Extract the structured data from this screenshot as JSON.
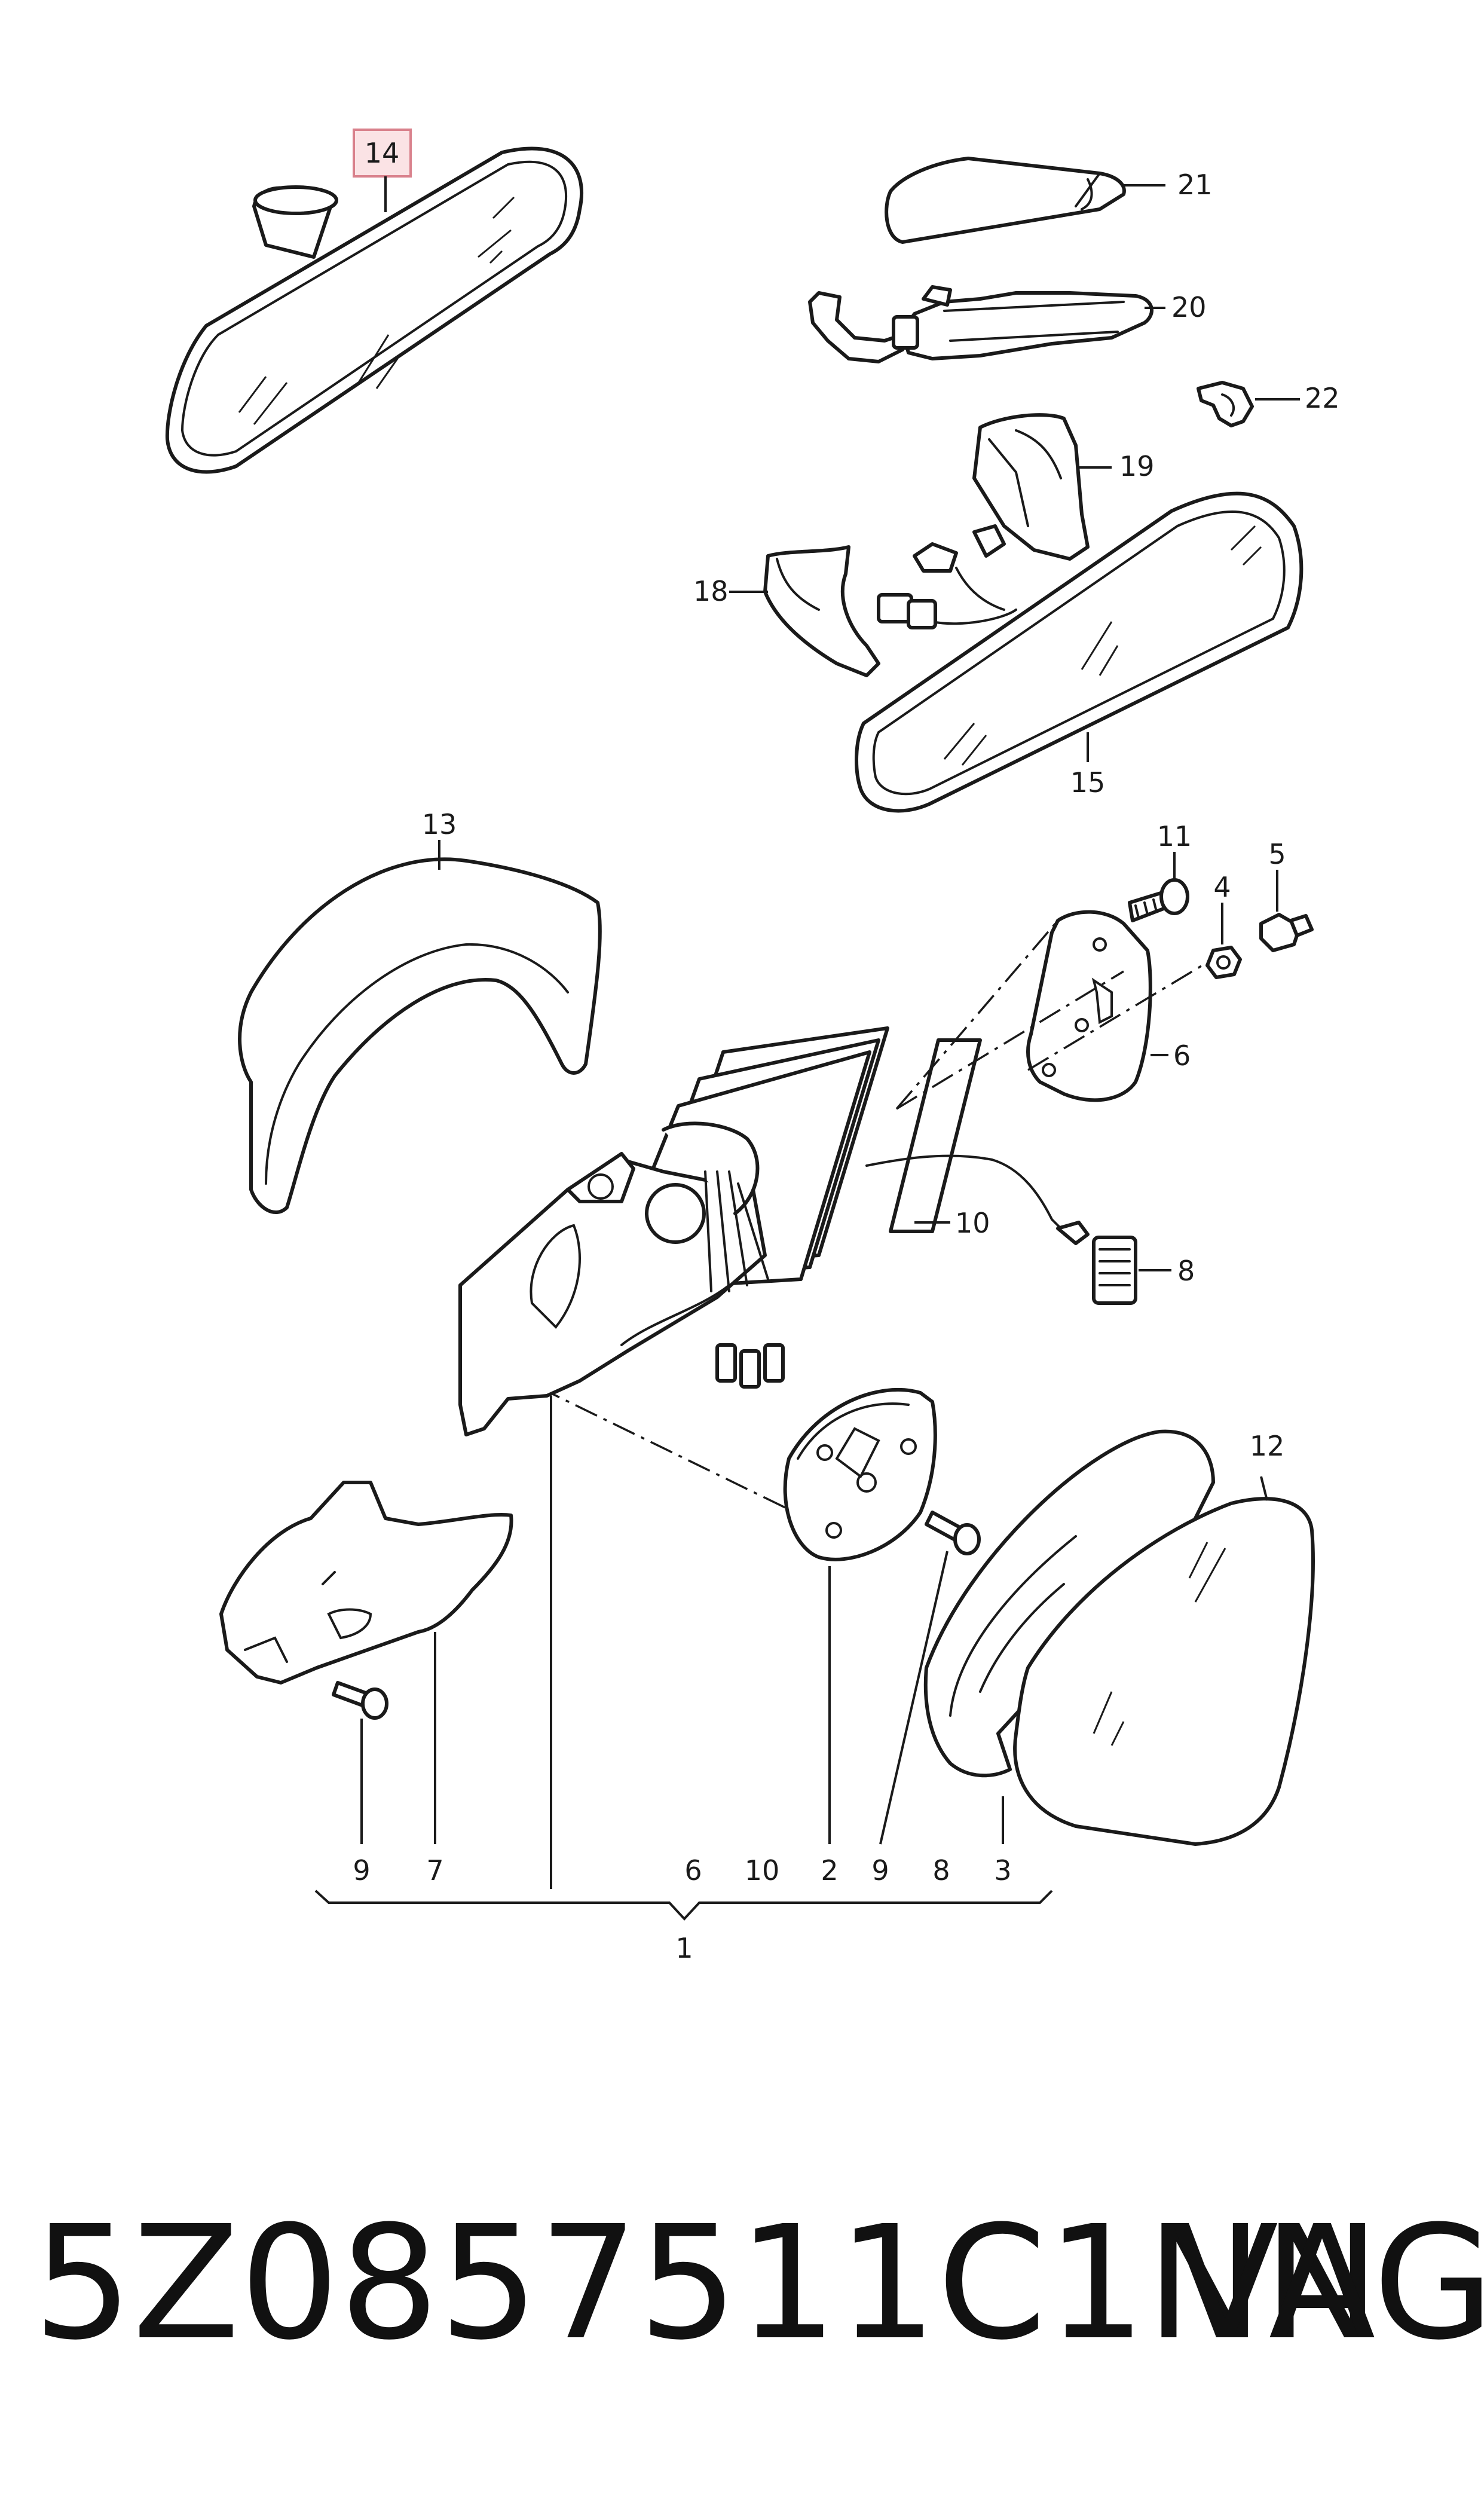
{
  "colors": {
    "line": "#1a1a1a",
    "highlight_box_fill": "#fbe3e5",
    "highlight_box_stroke": "#d9818c"
  },
  "callouts": {
    "c14": "14",
    "c21": "21",
    "c20": "20",
    "c22": "22",
    "c19": "19",
    "c18": "18",
    "c15": "15",
    "c13": "13",
    "c11": "11",
    "c4": "4",
    "c5": "5",
    "c6_right": "6",
    "c10_right": "10",
    "c8_right": "8",
    "c12": "12"
  },
  "bottom_row": {
    "b9a": "9",
    "b7": "7",
    "b6": "6",
    "b10": "10",
    "b2": "2",
    "b9b": "9",
    "b8": "8",
    "b3": "3",
    "group": "1"
  },
  "caption": {
    "part_number": "5Z0857511C1NN",
    "brand": "VAG"
  }
}
